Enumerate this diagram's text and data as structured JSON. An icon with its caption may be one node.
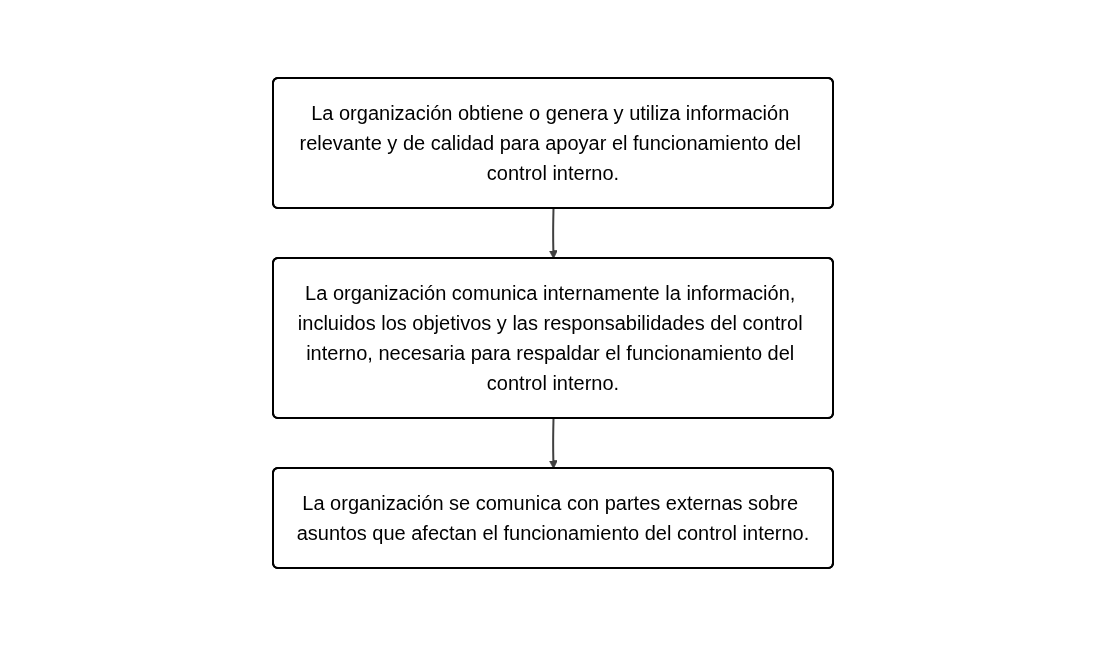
{
  "diagram": {
    "nodes": [
      {
        "text": [
          "La organización obtiene o genera y utiliza información relevante y de calidad para apoyar el funcionamiento del control interno."
        ]
      },
      {
        "text": [
          "La organización comunica internamente la información, incluidos los objetivos y las responsabilidades del control interno, necesaria para respaldar el funcionamiento del control interno."
        ]
      },
      {
        "text": [
          "La organización se comunica con partes externas sobre asuntos que afectan el funcionamiento del control interno."
        ]
      }
    ],
    "edges": [
      {
        "from": 0,
        "to": 1,
        "arrow": "to"
      },
      {
        "from": 1,
        "to": 2,
        "arrow": "to"
      }
    ]
  }
}
